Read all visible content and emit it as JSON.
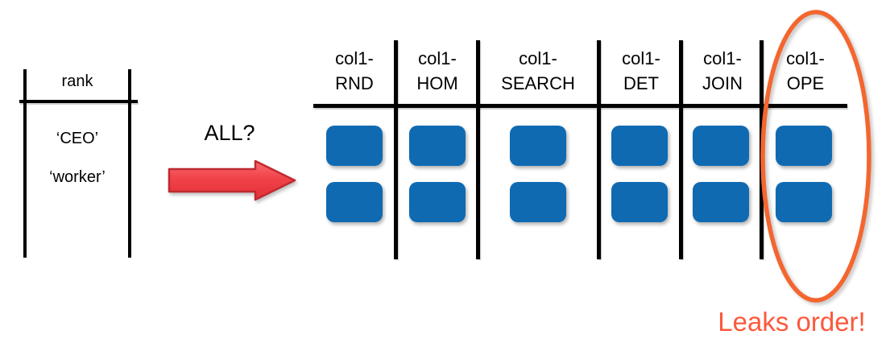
{
  "colors": {
    "cell_blue": "#0F6AB2",
    "arrow_red_light": "#FB6A70",
    "arrow_red_dark": "#E42F38",
    "arrow_red_border": "#BE2A31",
    "ellipse_orange": "#F4662F",
    "callout_orange": "#FC583C",
    "table_line_black": "#000000"
  },
  "left_table": {
    "header": "rank",
    "rows": [
      "‘CEO’",
      "‘worker’"
    ]
  },
  "transform": {
    "label": "ALL?",
    "arrow_icon": "right-arrow"
  },
  "right_table": {
    "cells_per_column": 2,
    "columns": [
      {
        "line1": "col1-",
        "line2": "RND"
      },
      {
        "line1": "col1-",
        "line2": "HOM"
      },
      {
        "line1": "col1-",
        "line2": "SEARCH"
      },
      {
        "line1": "col1-",
        "line2": "DET"
      },
      {
        "line1": "col1-",
        "line2": "JOIN"
      },
      {
        "line1": "col1-",
        "line2": "OPE"
      }
    ]
  },
  "annotation": {
    "highlighted_column": "col1-OPE",
    "callout": "Leaks order!"
  }
}
